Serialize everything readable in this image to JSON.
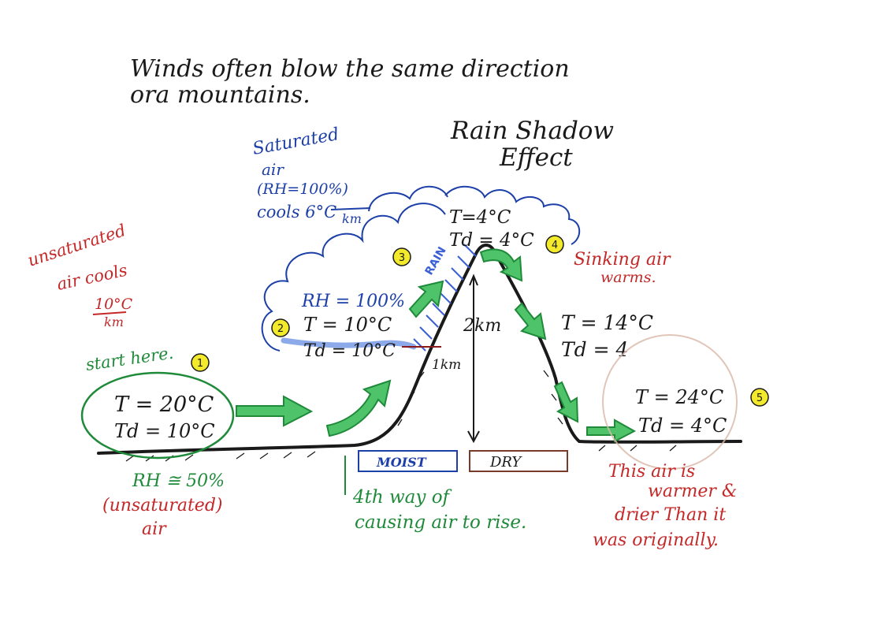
{
  "header": {
    "line1": "Winds often blow the same direction",
    "line2": "ora mountains."
  },
  "title": {
    "line1": "Rain Shadow",
    "line2": "Effect"
  },
  "saturated_note": {
    "line1": "Saturated",
    "line2": "air",
    "line3": "(RH=100%)",
    "line4": "cools 6°C",
    "line5": "km"
  },
  "unsaturated_note": {
    "line1": "unsaturated",
    "line2": "air cools",
    "line3": "10°C",
    "line4": "km"
  },
  "start_label": "start here.",
  "markers": {
    "m1": "1",
    "m2": "2",
    "m3": "3",
    "m4": "4",
    "m5": "5"
  },
  "point1": {
    "t": "T = 20°C",
    "td": "Td = 10°C"
  },
  "point2": {
    "rh": "RH = 100%",
    "t": "T = 10°C",
    "td": "Td = 10°C"
  },
  "summit": {
    "t": "T=4°C",
    "td": "Td = 4°C"
  },
  "descent": {
    "t": "T = 14°C",
    "td": "Td = 4"
  },
  "point5": {
    "t": "T = 24°C",
    "td": "Td = 4°C"
  },
  "rain_label": "RAIN",
  "sinking": {
    "line1": "Sinking air",
    "line2": "warms."
  },
  "heights": {
    "h2": "2km",
    "h1": "1km"
  },
  "ground_boxes": {
    "moist": "MOIST",
    "dry": "DRY"
  },
  "rh50": {
    "line1": "RH ≅ 50%",
    "line2": "(unsaturated)",
    "line3": "air"
  },
  "fourth_way": {
    "line1": "4th way of",
    "line2": "causing air to rise."
  },
  "conclusion": {
    "line1": "This air is",
    "line2": "warmer &",
    "line3": "drier Than it",
    "line4": "was originally."
  },
  "colors": {
    "black": "#1a1a1a",
    "green": "#1f8a3a",
    "arrow_green": "#4fc36a",
    "blue": "#1c3fa8",
    "red": "#c42828",
    "marker_yellow": "#f3ea2c",
    "rain_blue": "#3a5fd6"
  }
}
